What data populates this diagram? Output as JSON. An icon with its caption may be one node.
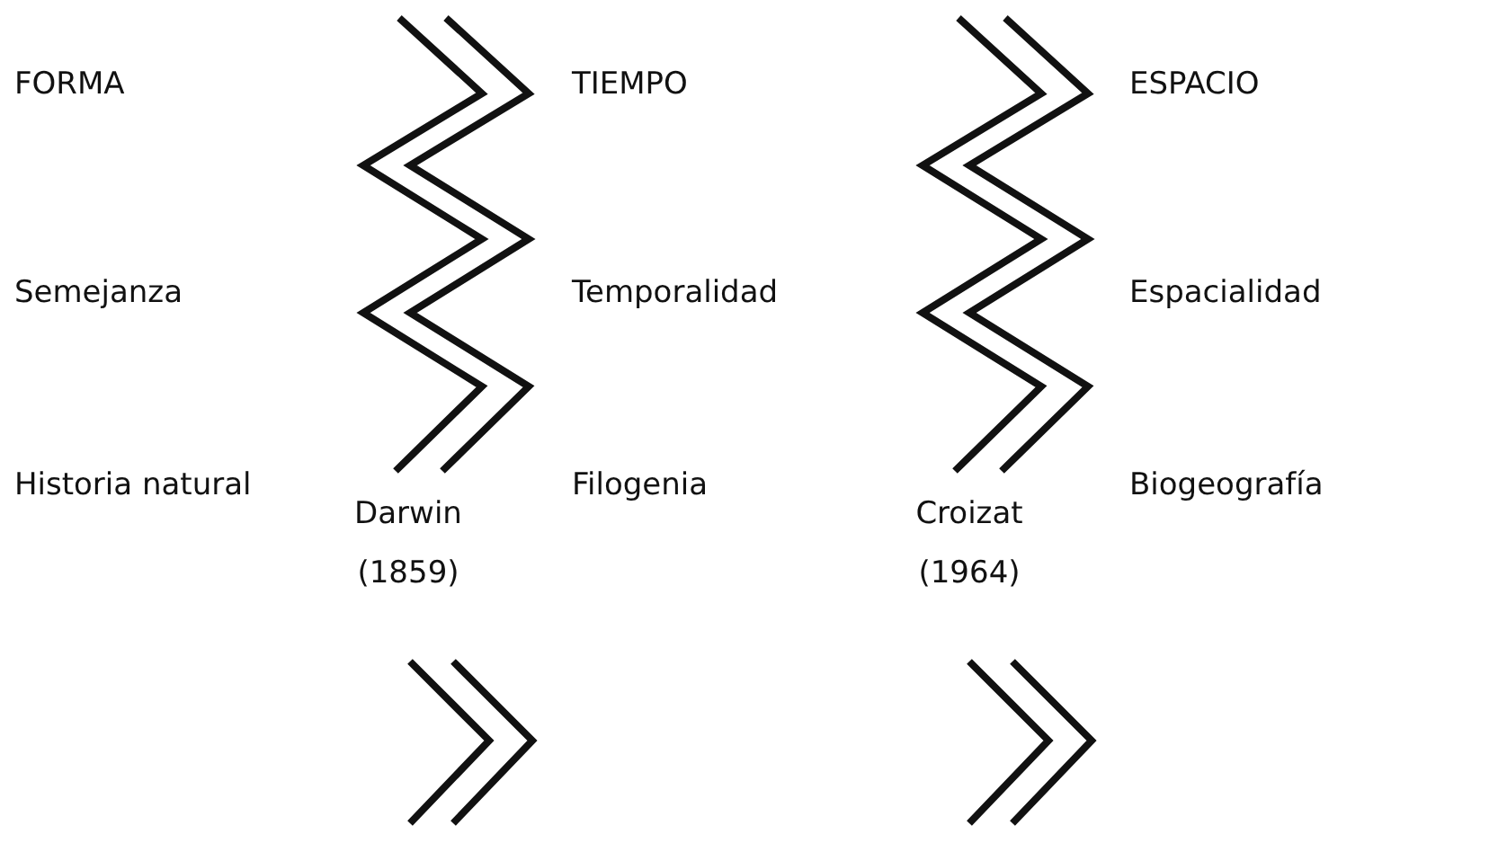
{
  "diagram": {
    "labels": [
      "FORMA",
      "TIEMPO",
      "ESPACIO",
      "Semejanza",
      "Temporalidad",
      "Espacialidad",
      "Historia natural",
      "Filogenia",
      "Biogeografía",
      "Darwin (1859)",
      "Croizat (1964)"
    ]
  }
}
